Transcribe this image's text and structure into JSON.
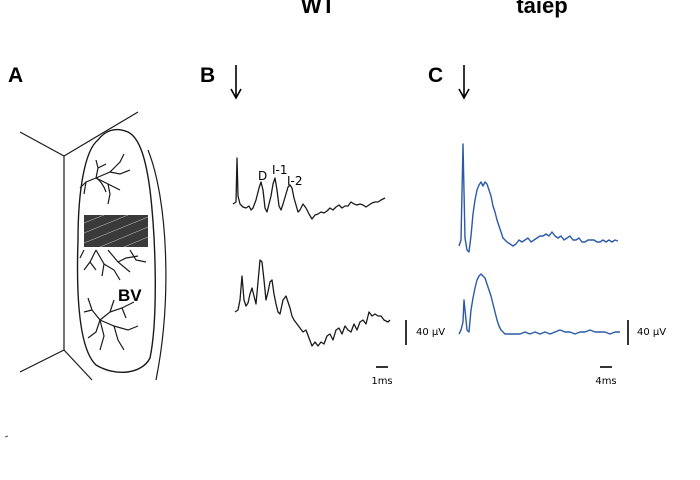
{
  "headers": {
    "wt": "WT",
    "taiep": "taiep"
  },
  "panels": {
    "a": "A",
    "b": "B",
    "c": "C"
  },
  "panel_a": {
    "bv_label": "BV"
  },
  "panel_b": {
    "peaks": {
      "d": "D",
      "i1": "I-1",
      "i2": "I-2"
    },
    "amp_scale": "40 µV",
    "time_scale": "1ms"
  },
  "panel_c": {
    "amp_scale": "40 µV",
    "time_scale": "4ms"
  },
  "colors": {
    "wt_trace": "#1a1a1a",
    "taiep_trace": "#2a5aa8",
    "drawing": "#1a1a1a"
  }
}
